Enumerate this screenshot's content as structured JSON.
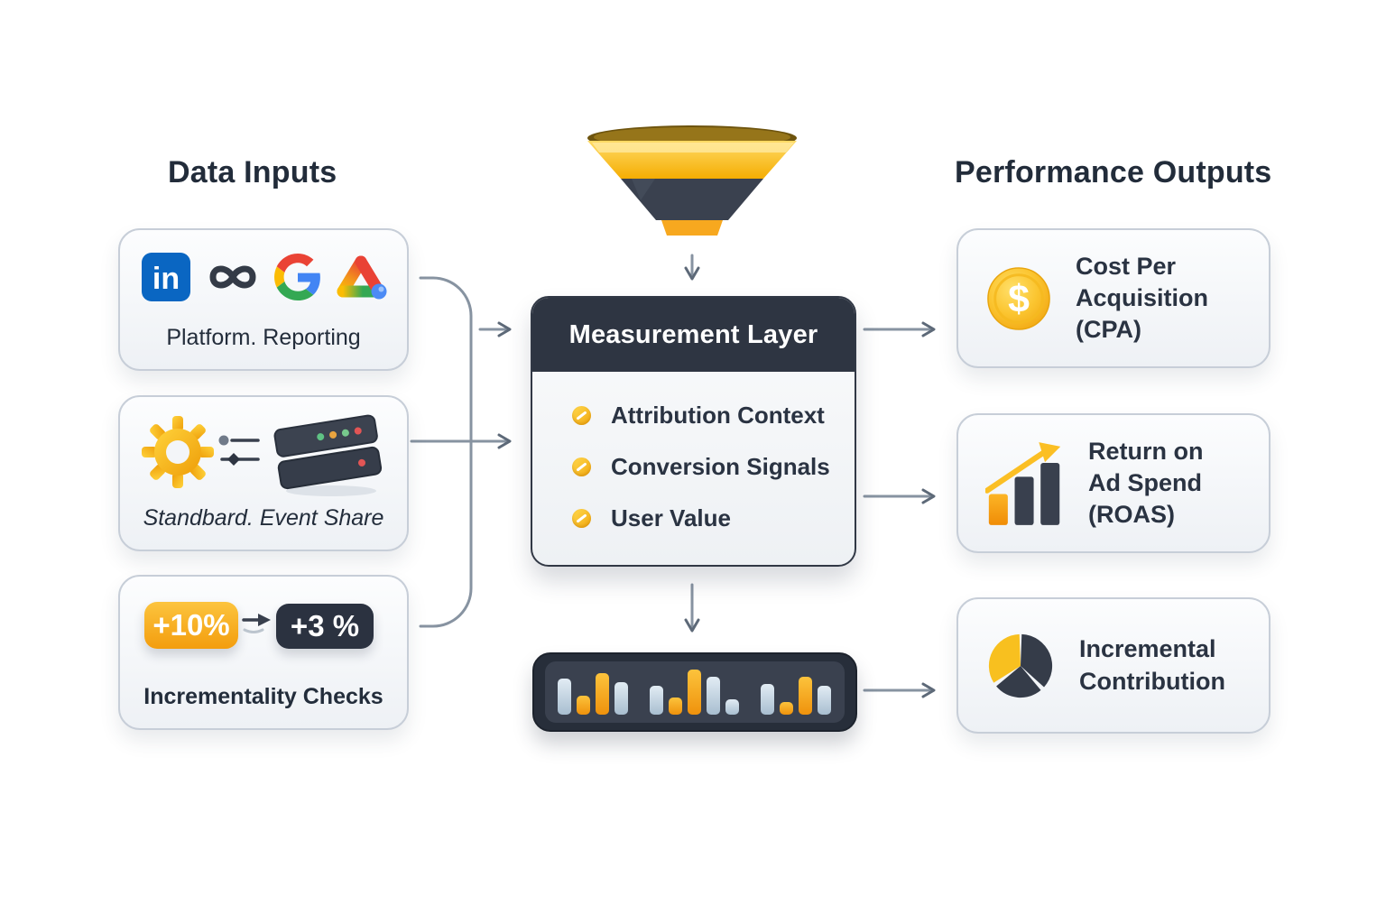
{
  "titles": {
    "inputs": "Data Inputs",
    "outputs": "Performance Outputs"
  },
  "input_cards": [
    {
      "label": "Platform. Reporting",
      "icons": [
        "linkedin-icon",
        "meta-icon",
        "google-icon",
        "google-ads-triangle-icon"
      ]
    },
    {
      "label": "Standbard. Event Share",
      "icons": [
        "gear-icon",
        "sliders-icon",
        "server-stack-icon"
      ]
    },
    {
      "label": "Incrementality Checks",
      "badge_from": "+10%",
      "badge_to": "+3 %",
      "icons": [
        "arrow-right-icon"
      ]
    }
  ],
  "measurement": {
    "title": "Measurement Layer",
    "items": [
      "Attribution Context",
      "Conversion Signals",
      "User Value"
    ],
    "bullet_icon": "coin-icon"
  },
  "output_cards": [
    {
      "label": "Cost Per Acquisition (CPA)",
      "icon": "dollar-coin-icon"
    },
    {
      "label": "Return on Ad Spend (ROAS)",
      "icon": "growth-bars-icon"
    },
    {
      "label": "Incremental Contribution",
      "icon": "pie-chart-icon"
    }
  ],
  "funnel": {
    "icon": "funnel-icon"
  },
  "monitor": {
    "icon": "bar-chart-icon",
    "bars": [
      {
        "color": "blue",
        "h": 40
      },
      {
        "color": "orange",
        "h": 21
      },
      {
        "color": "orange",
        "h": 46
      },
      {
        "color": "blue",
        "h": 36
      },
      {
        "color": "gap",
        "h": 0
      },
      {
        "color": "blue",
        "h": 32
      },
      {
        "color": "orange",
        "h": 19
      },
      {
        "color": "orange",
        "h": 50
      },
      {
        "color": "blue",
        "h": 42
      },
      {
        "color": "blue",
        "h": 17
      },
      {
        "color": "gap",
        "h": 0
      },
      {
        "color": "blue",
        "h": 34
      },
      {
        "color": "orange",
        "h": 14
      },
      {
        "color": "orange",
        "h": 42
      },
      {
        "color": "blue",
        "h": 32
      }
    ]
  },
  "colors": {
    "dark": "#2e3542",
    "accent_yellow": "#fbbf24",
    "accent_orange": "#f59e0b",
    "bar_blue": "#b7cbdb",
    "connector": "#8793a1",
    "card_border": "#c7ced8",
    "text": "#232d3b"
  }
}
